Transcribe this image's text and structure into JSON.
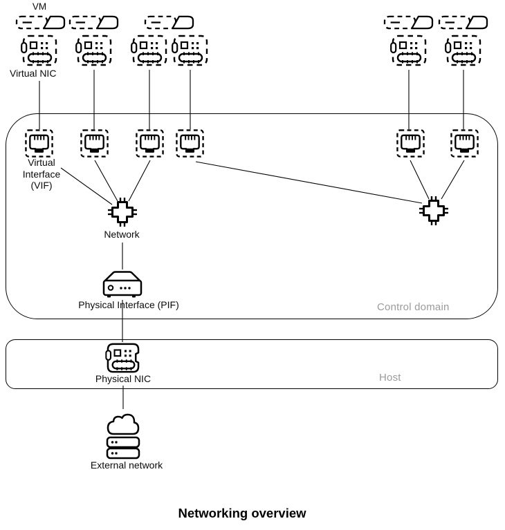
{
  "diagram": {
    "title": "Networking overview",
    "vm_label": "VM",
    "virtual_nic_label": "Virtual NIC",
    "vif_label": "Virtual Interface (VIF)",
    "network_label": "Network",
    "pif_label": "Physical Interface (PIF)",
    "control_domain_label": "Control domain",
    "host_label": "Host",
    "physical_nic_label": "Physical NIC",
    "external_network_label": "External network",
    "counts": {
      "vms": 5,
      "virtual_nics": 6,
      "virtual_interfaces": 6,
      "networks": 2
    },
    "icons": {
      "vm": "vm-icon",
      "virtual_nic": "virtual-nic-icon",
      "virtual_interface": "vif-ethernet-port-icon",
      "network": "network-junction-icon",
      "pif": "pif-appliance-icon",
      "physical_nic": "physical-nic-icon",
      "external_network": "cloud-and-servers-icon"
    },
    "colors": {
      "line": "#000000",
      "muted_label": "#9b9b9b",
      "background": "#ffffff"
    }
  }
}
